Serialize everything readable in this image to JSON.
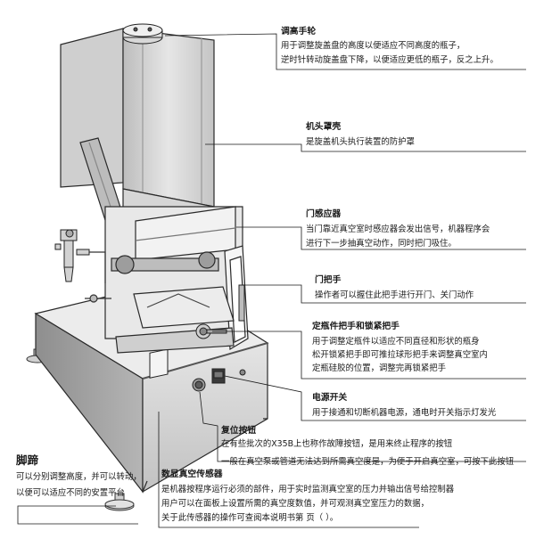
{
  "colors": {
    "line": "#2a2a2a",
    "metal_light": "#d9d9d9",
    "metal_mid": "#bdbdbd",
    "metal_dark": "#8a8a8a",
    "panel_dark": "#333333"
  },
  "callouts": {
    "handwheel": {
      "title": "调高手轮",
      "lines": [
        "用于调整旋盖盘的高度以便适应不同高度的瓶子，",
        "逆时针转动旋盖盘下降，以便适应更低的瓶子，反之上升。"
      ]
    },
    "head_cover": {
      "title": "机头罩壳",
      "lines": [
        "是旋盖机头执行装置的防护罩"
      ]
    },
    "door_sensor": {
      "title": "门感应器",
      "lines": [
        "当门靠近真空室时感应器会发出信号，机器程序会",
        "进行下一步抽真空动作，同时把门吸住。"
      ]
    },
    "door_handle": {
      "title": "门把手",
      "lines": [
        "操作者可以握住此把手进行开门、关门动作"
      ]
    },
    "bottle_lock": {
      "title": "定瓶件把手和锁紧把手",
      "lines": [
        "用于调整定瓶件以适应不同直径和形状的瓶身",
        "松开锁紧把手即可推拉球形把手来调整真空室内",
        "定瓶硅胶的位置，调整完再锁紧把手"
      ]
    },
    "power_switch": {
      "title": "电源开关",
      "lines": [
        "用于接通和切断机器电源，通电时开关指示灯发光"
      ]
    },
    "reset_button": {
      "title": "复位按钮",
      "lines": [
        "在有些批次的X35B上也称作故障按钮，是用来终止程序的按钮",
        "一般在真空泵或管道无法达到所需真空度是，为便于开启真空室，可按下此按钮"
      ]
    },
    "feet": {
      "title": "脚蹄",
      "lines": [
        "可以分别调整高度，并可以转动，",
        "以便可以适应不同的安置平台"
      ]
    },
    "vacuum_sensor": {
      "title": "数显真空传感器",
      "lines": [
        "是机器按程序运行必须的部件，用于实时监测真空室的压力并输出信号给控制器",
        "用户可以在面板上设置所需的真空度数值，并可观测真空室压力的数据，",
        "关于此传感器的操作可查阅本说明书第    页（               ）。"
      ]
    }
  }
}
